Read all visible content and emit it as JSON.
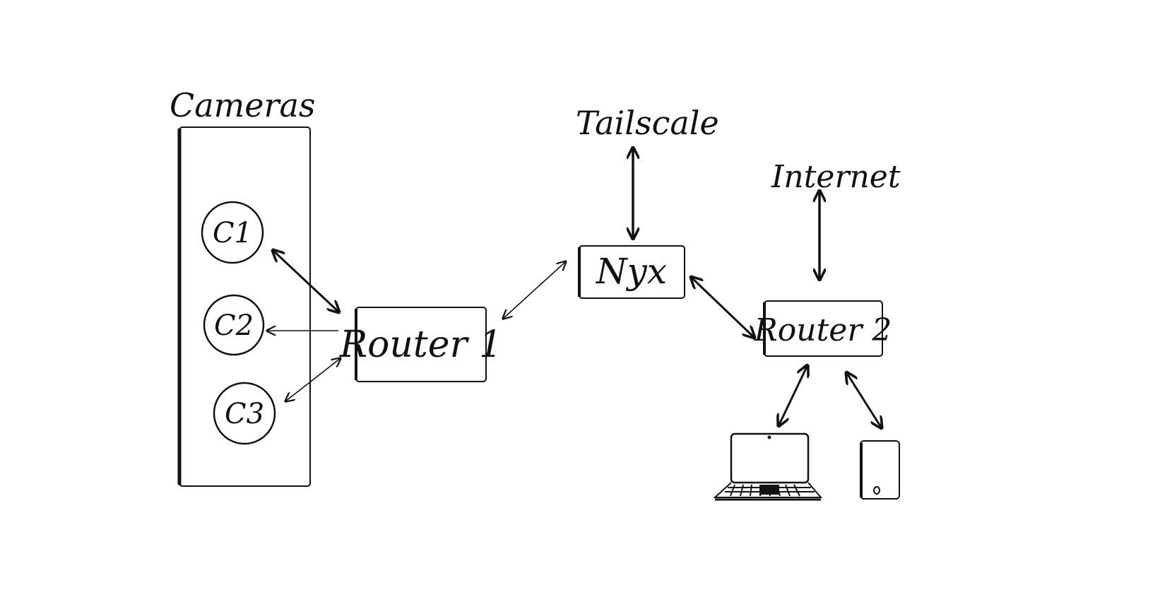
{
  "labels": {
    "cameras": "Cameras",
    "tailscale": "Tailscale",
    "internet": "Internet",
    "nyx": "Nyx",
    "router1": "Router 1",
    "router2": "Router 2",
    "c1": "C1",
    "c2": "C2",
    "c3": "C3"
  },
  "colors": {
    "ink": "#111111",
    "background": "#ffffff"
  },
  "icons": [
    "laptop-icon",
    "phone-icon"
  ]
}
